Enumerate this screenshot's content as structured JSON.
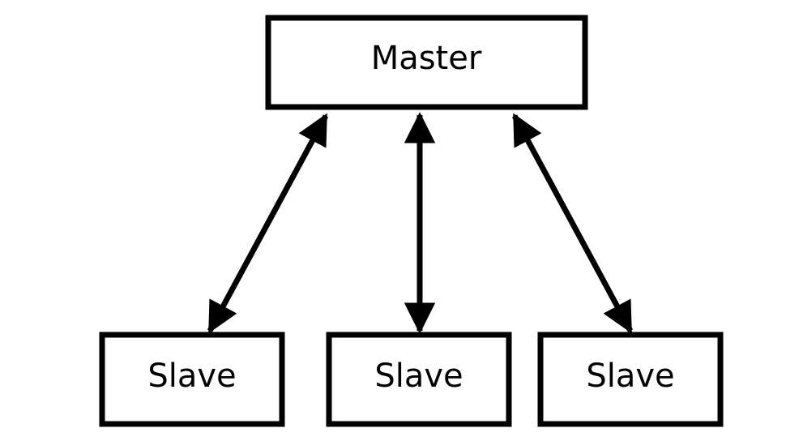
{
  "diagram": {
    "type": "master-slave",
    "master": {
      "label": "Master"
    },
    "slaves": [
      {
        "label": "Slave"
      },
      {
        "label": "Slave"
      },
      {
        "label": "Slave"
      }
    ],
    "connections": [
      {
        "from": "master",
        "to": "slave-1",
        "direction": "bidirectional"
      },
      {
        "from": "master",
        "to": "slave-2",
        "direction": "bidirectional"
      },
      {
        "from": "master",
        "to": "slave-3",
        "direction": "bidirectional"
      }
    ],
    "colors": {
      "stroke": "#000000",
      "fill": "#ffffff",
      "background": "#ffffff"
    }
  }
}
